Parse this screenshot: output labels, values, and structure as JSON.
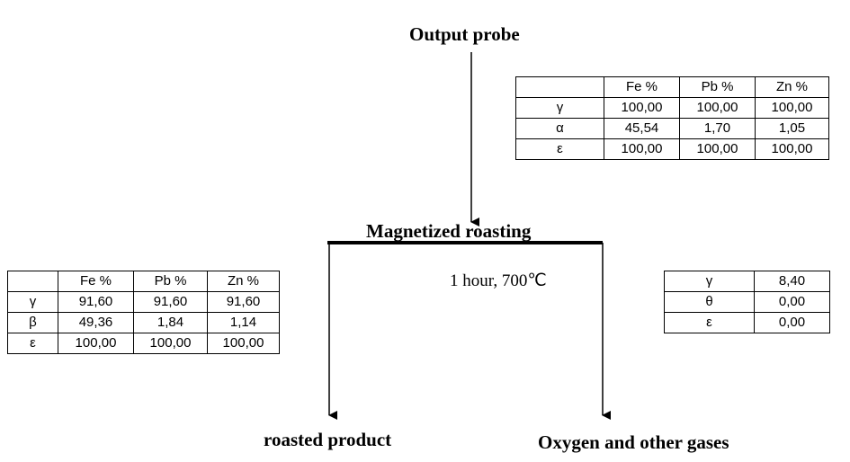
{
  "labels": {
    "input": "Output probe",
    "process": "Magnetized roasting",
    "conditions": "1 hour, 700℃",
    "left_output": "roasted product",
    "right_output": "Oxygen and other gases"
  },
  "input_table": {
    "headers": [
      "",
      "Fe %",
      "Pb %",
      "Zn %"
    ],
    "rows": [
      [
        "γ",
        "100,00",
        "100,00",
        "100,00"
      ],
      [
        "α",
        "45,54",
        "1,70",
        "1,05"
      ],
      [
        "ε",
        "100,00",
        "100,00",
        "100,00"
      ]
    ]
  },
  "product_table": {
    "headers": [
      "",
      "Fe %",
      "Pb %",
      "Zn %"
    ],
    "rows": [
      [
        "γ",
        "91,60",
        "91,60",
        "91,60"
      ],
      [
        "β",
        "49,36",
        "1,84",
        "1,14"
      ],
      [
        "ε",
        "100,00",
        "100,00",
        "100,00"
      ]
    ]
  },
  "gas_table": {
    "rows": [
      [
        "γ",
        "8,40"
      ],
      [
        "θ",
        "0,00"
      ],
      [
        "ε",
        "0,00"
      ]
    ]
  }
}
